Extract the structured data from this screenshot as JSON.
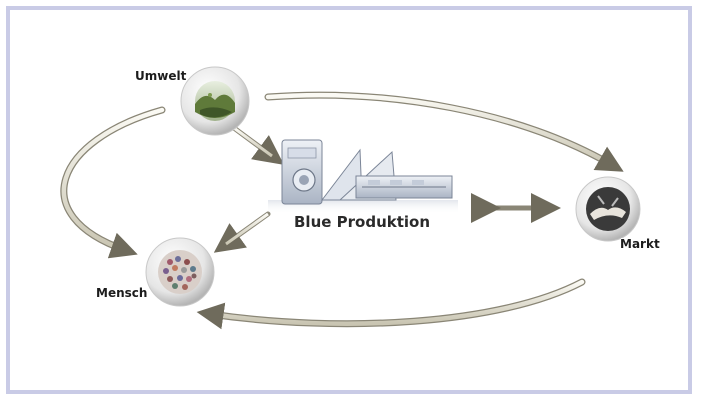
{
  "diagram": {
    "center_label": "Blue Produktion",
    "nodes": [
      {
        "id": "umwelt",
        "label": "Umwelt",
        "icon": "landscape-photo-icon"
      },
      {
        "id": "mensch",
        "label": "Mensch",
        "icon": "crowd-photo-icon"
      },
      {
        "id": "markt",
        "label": "Markt",
        "icon": "handshake-photo-icon"
      }
    ],
    "center_icon": "production-machine-icon",
    "colors": {
      "frame": "#c9cbe6",
      "arrow_fill": "#ece9da",
      "arrow_stroke": "#7d7a6a",
      "arrow_head": "#6f6b5c",
      "sphere_rim": "#d9d9d9"
    }
  }
}
